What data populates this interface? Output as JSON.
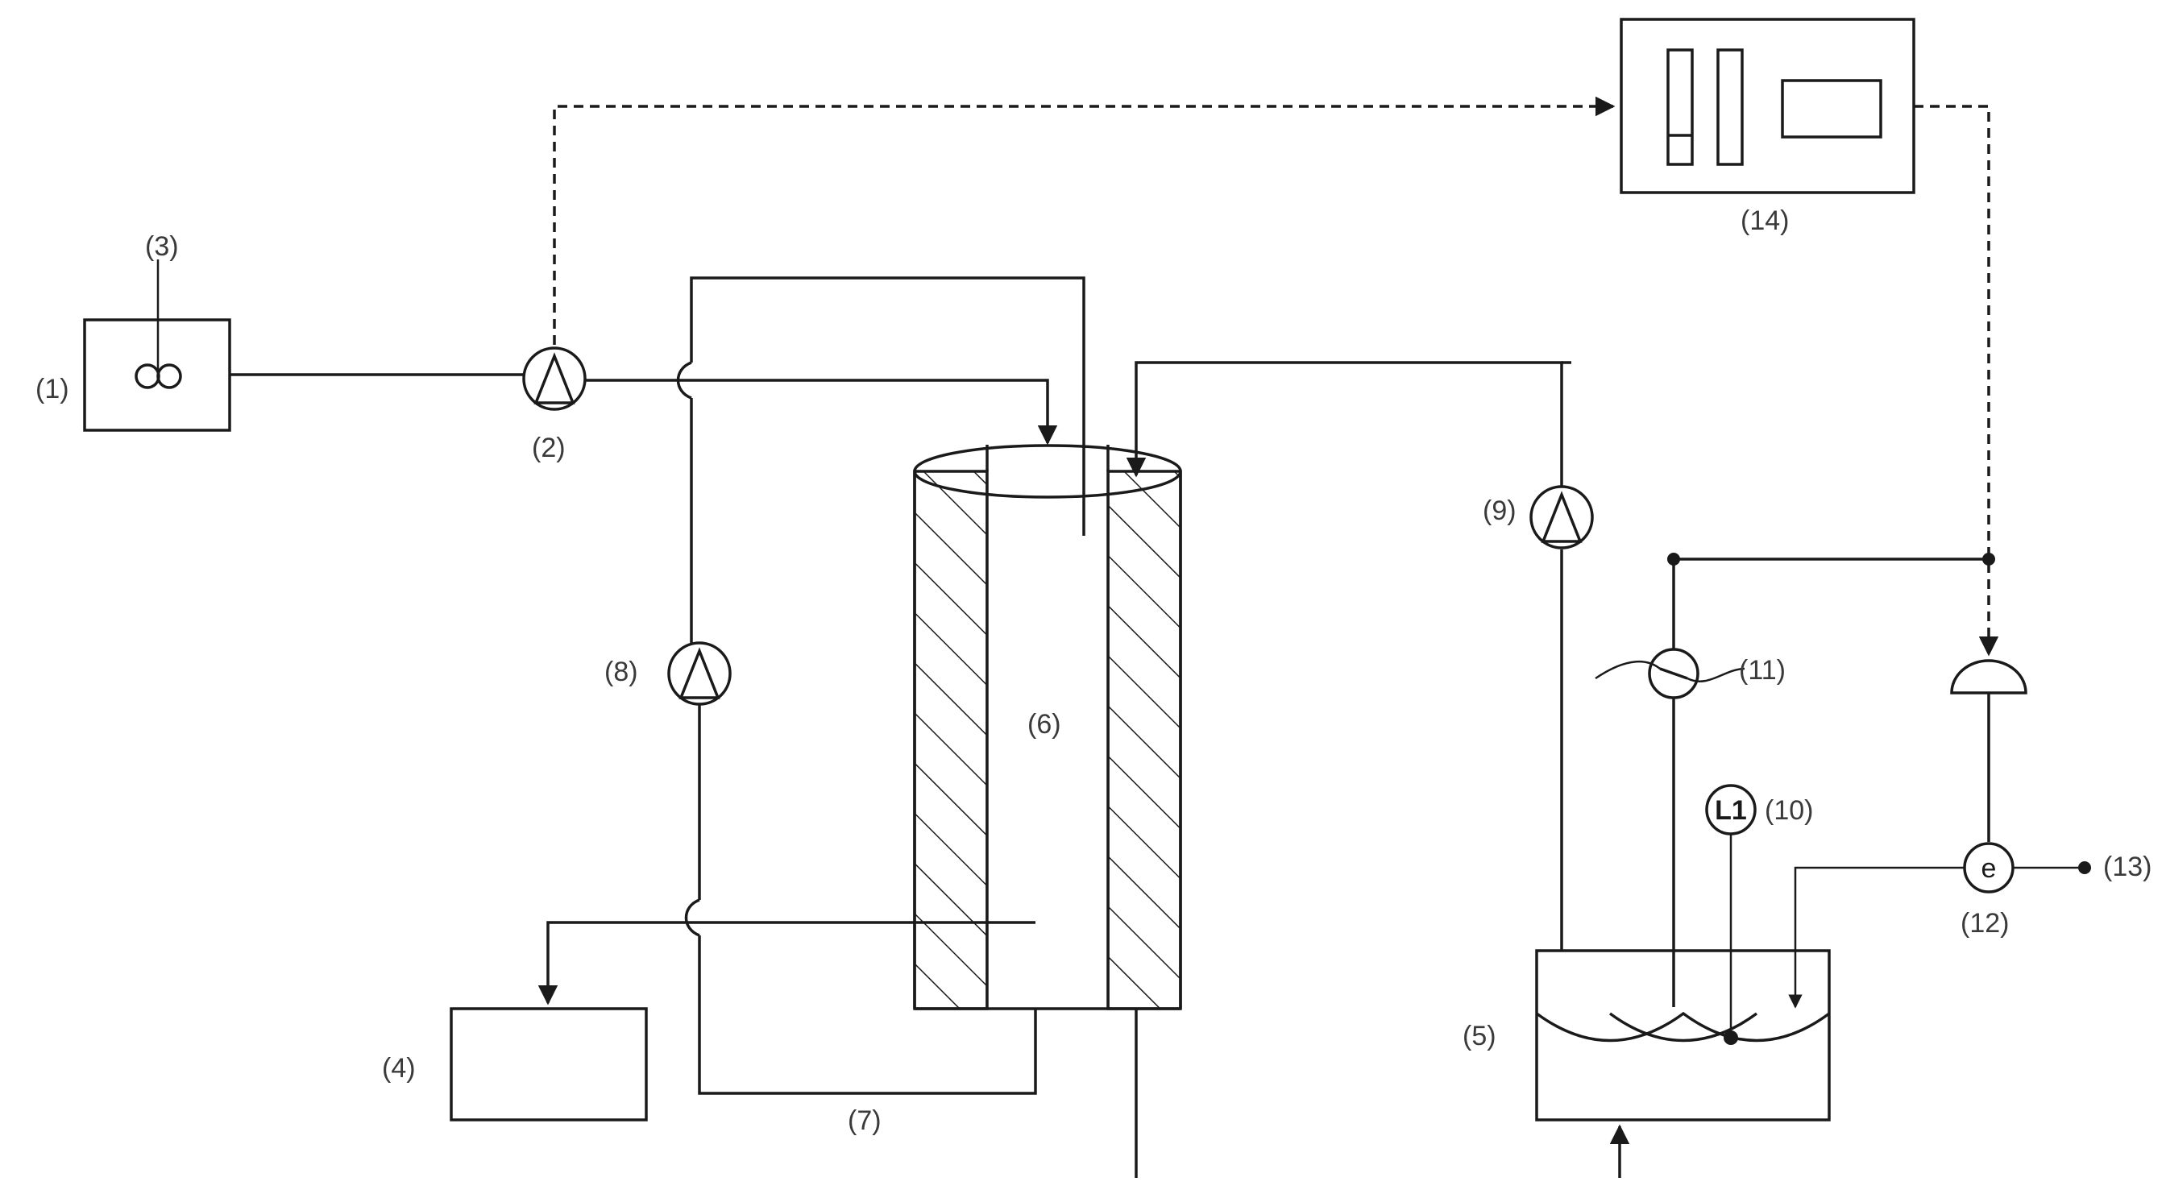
{
  "labels": {
    "n1": "(1)",
    "n2": "(2)",
    "n3": "(3)",
    "n4": "(4)",
    "n5": "(5)",
    "n6": "(6)",
    "n7": "(7)",
    "n8": "(8)",
    "n9": "(9)",
    "n10": "(10)",
    "n11": "(11)",
    "n12": "(12)",
    "n13": "(13)",
    "n14": "(14)"
  },
  "symbols": {
    "level_sensor": "L1",
    "electrode": "e"
  },
  "colors": {
    "line": "#1a1a1a",
    "label": "#3a3a3a",
    "background": "#ffffff"
  }
}
